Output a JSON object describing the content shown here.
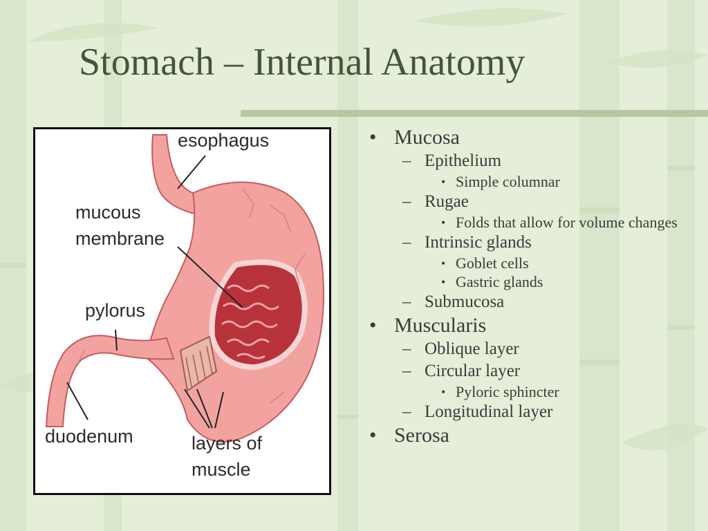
{
  "slide": {
    "title": "Stomach – Internal Anatomy"
  },
  "figure": {
    "labels": {
      "esophagus": "esophagus",
      "mucous": "mucous",
      "membrane": "membrane",
      "pylorus": "pylorus",
      "duodenum": "duodenum",
      "layers_of": "layers of",
      "muscle": "muscle"
    }
  },
  "outline": {
    "mucosa": "Mucosa",
    "epithelium": "Epithelium",
    "simple_columnar": "Simple columnar",
    "rugae": "Rugae",
    "folds": "Folds that allow for volume changes",
    "intrinsic_glands": "Intrinsic glands",
    "goblet_cells": "Goblet cells",
    "gastric_glands": "Gastric glands",
    "submucosa": "Submucosa",
    "muscularis": "Muscularis",
    "oblique_layer": "Oblique layer",
    "circular_layer": "Circular layer",
    "pyloric_sphincter": "Pyloric sphincter",
    "longitudinal_layer": "Longitudinal layer",
    "serosa": "Serosa"
  },
  "markers": {
    "bullet": "•",
    "dash": "–",
    "small_bullet": "•"
  },
  "colors": {
    "background": "#e4eed8",
    "title": "#46543a",
    "accent_rule": "#b6c7a2",
    "stomach_outer": "#f2a3a0",
    "stomach_inner": "#b8323c"
  }
}
